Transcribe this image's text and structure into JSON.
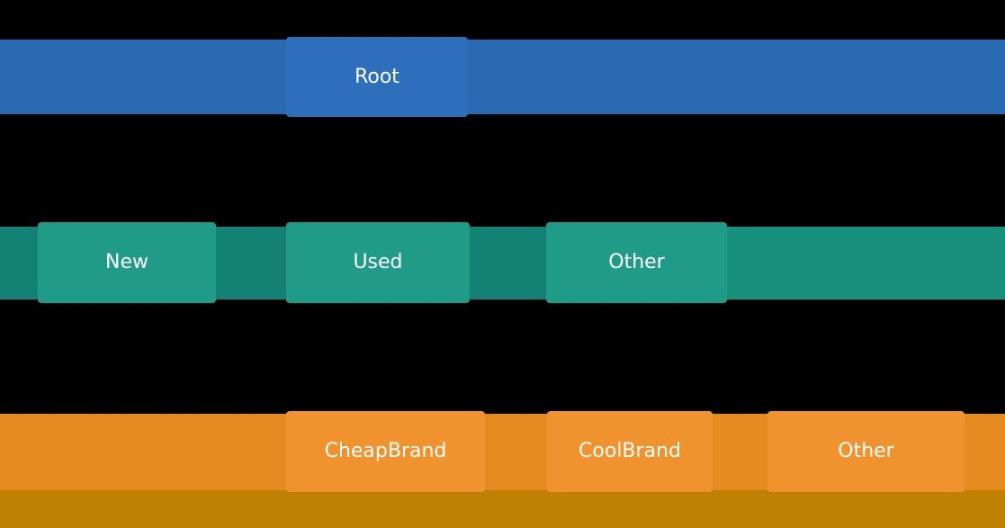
{
  "palette": {
    "background": "#000000",
    "text": "#ffffff",
    "root_bar": "#2a6ab3",
    "root_node": "#2d6fba",
    "level1_bar": "#17907e",
    "level1_overlap": "#138173",
    "level1_node": "#1f9b87",
    "level2_bar": "#e78a1f",
    "level2_node": "#f0922d",
    "footer_bar": "#bf8103"
  },
  "tree": {
    "levels": [
      {
        "name": "level-0",
        "nodes": [
          {
            "label": "Root"
          }
        ]
      },
      {
        "name": "level-1",
        "nodes": [
          {
            "label": "New"
          },
          {
            "label": "Used"
          },
          {
            "label": "Other"
          }
        ]
      },
      {
        "name": "level-2",
        "nodes": [
          {
            "label": "CheapBrand"
          },
          {
            "label": "CoolBrand"
          },
          {
            "label": "Other"
          }
        ]
      }
    ]
  }
}
